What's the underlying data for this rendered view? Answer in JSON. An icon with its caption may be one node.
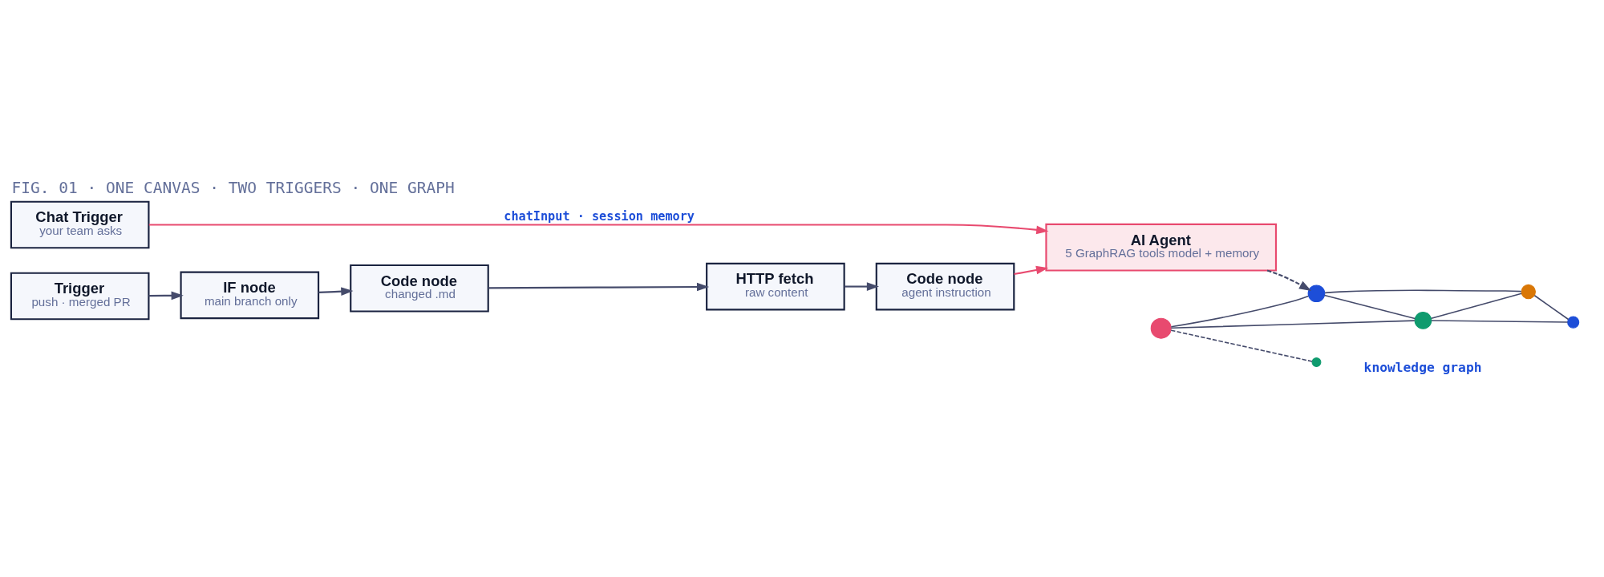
{
  "diagram": {
    "title": "FIG. 01 · ONE CANVAS · TWO TRIGGERS · ONE GRAPH",
    "nodes": [
      {
        "text": [
          "Chat Trigger",
          "your team asks"
        ]
      },
      {
        "text": [
          "Trigger",
          "push · merged PR"
        ]
      },
      {
        "text": [
          "IF node",
          "main branch only"
        ]
      },
      {
        "text": [
          "Code node",
          "changed .md"
        ]
      },
      {
        "text": [
          "HTTP fetch",
          "raw content"
        ]
      },
      {
        "text": [
          "Code node",
          "agent instruction"
        ]
      },
      {
        "text": [
          "AI Agent",
          "5 GraphRAG tools model + memory"
        ]
      },
      {
        "text": [],
        "shape": "circle"
      },
      {
        "text": [],
        "shape": "circle"
      },
      {
        "text": [],
        "shape": "circle"
      },
      {
        "text": [],
        "shape": "circle"
      },
      {
        "text": [],
        "shape": "circle"
      },
      {
        "text": [],
        "shape": "circle"
      }
    ],
    "edges": [
      {
        "from": 0,
        "to": 6,
        "arrow": "to",
        "label": "chatInput · session memory",
        "color": "#e84a6f"
      },
      {
        "from": 1,
        "to": 2,
        "arrow": "to"
      },
      {
        "from": 2,
        "to": 3,
        "arrow": "to"
      },
      {
        "from": 3,
        "to": 4,
        "arrow": "to"
      },
      {
        "from": 4,
        "to": 5,
        "arrow": "to"
      },
      {
        "from": 5,
        "to": 6,
        "arrow": "to",
        "color": "#e84a6f"
      },
      {
        "from": 6,
        "to": 8,
        "arrow": "to",
        "style": "dashed"
      },
      {
        "from": 7,
        "to": 8,
        "arrow": "none"
      },
      {
        "from": 7,
        "to": 9,
        "arrow": "none"
      },
      {
        "from": 8,
        "to": 9,
        "arrow": "none"
      },
      {
        "from": 8,
        "to": 10,
        "arrow": "none"
      },
      {
        "from": 9,
        "to": 10,
        "arrow": "none"
      },
      {
        "from": 9,
        "to": 11,
        "arrow": "none"
      },
      {
        "from": 10,
        "to": 11,
        "arrow": "none"
      },
      {
        "from": 7,
        "to": 12,
        "arrow": "none",
        "style": "dashed"
      }
    ],
    "labels": [
      "knowledge graph"
    ]
  }
}
